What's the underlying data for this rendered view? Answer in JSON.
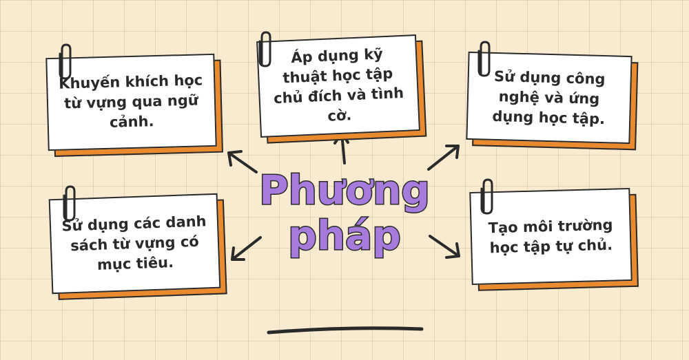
{
  "title_lines": [
    "Phương",
    "pháp"
  ],
  "cards": [
    {
      "id": "top-left",
      "text": "Khuyến khích học từ vựng qua ngữ cảnh."
    },
    {
      "id": "top-center",
      "text": "Áp dụng kỹ thuật học tập chủ đích và tình cờ."
    },
    {
      "id": "top-right",
      "text": "Sử dụng công nghệ và ứng dụng học tập."
    },
    {
      "id": "bottom-left",
      "text": "Sử dụng các danh sách từ vựng có mục tiêu."
    },
    {
      "id": "bottom-right",
      "text": "Tạo môi trường học tập tự chủ."
    }
  ],
  "colors": {
    "background": "#f8ebcf",
    "card_shadow": "#e98a2e",
    "title_fill": "#a77bdc",
    "ink": "#2a2a2a"
  }
}
